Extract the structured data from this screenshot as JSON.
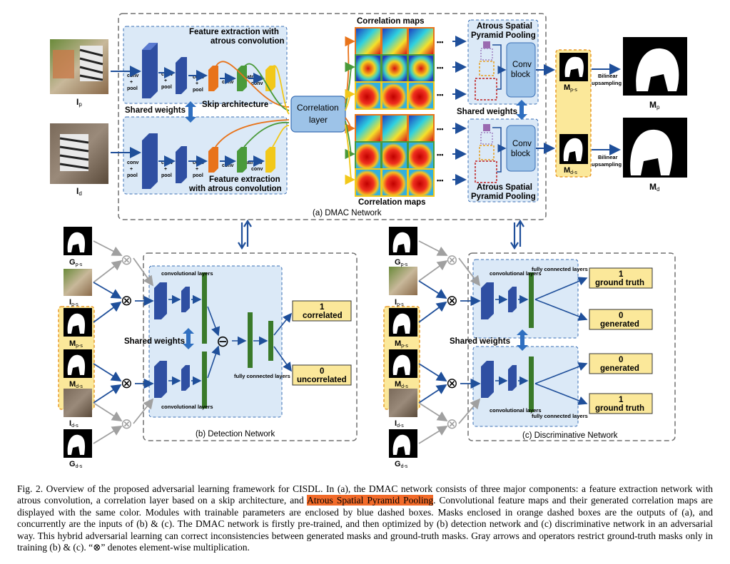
{
  "panel_a": {
    "title": "(a) DMAC Network",
    "feat_top_line1": "Feature extraction with",
    "feat_top_line2": "atrous convolution",
    "feat_bottom_line1": "Feature extraction",
    "feat_bottom_line2": "with atrous convolution",
    "shared_weights": "Shared weights",
    "skip_arch": "Skip architecture",
    "corr_line1": "Correlation",
    "corr_line2": "layer",
    "corr_maps_top": "Correlation maps",
    "corr_maps_bottom": "Correlation maps",
    "aspp_top_line1": "Atrous Spatial",
    "aspp_top_line2": "Pyramid Pooling",
    "aspp_bottom_line1": "Atrous Spatial",
    "aspp_bottom_line2": "Pyramid Pooling",
    "aspp_shared": "Shared weights",
    "conv_block_line1": "Conv",
    "conv_block_line2": "block",
    "bilinear_line1": "Bilinear",
    "bilinear_line2": "upsampling",
    "layer_conv": "conv",
    "layer_plus": "+",
    "layer_pool": "pool",
    "layer_atrous": "atrous",
    "ellipsis": "•••",
    "label_ip": "I",
    "label_ip_sub": "p",
    "label_id": "I",
    "label_id_sub": "d",
    "label_mps": "M",
    "label_mps_sub": "p-s",
    "label_mds": "M",
    "label_mds_sub": "d-s",
    "label_mp": "M",
    "label_mp_sub": "p",
    "label_md": "M",
    "label_md_sub": "d"
  },
  "panel_b": {
    "title": "(b) Detection Network",
    "conv_layers_top": "convolutional layers",
    "conv_layers_bottom": "convolutional layers",
    "shared_weights": "Shared weights",
    "fc_layers": "fully connected layers",
    "out_top_num": "1",
    "out_top_label": "correlated",
    "out_bottom_num": "0",
    "out_bottom_label": "uncorrelated"
  },
  "panel_c": {
    "title": "(c)  Discriminative Network",
    "conv_layers_top": "convolutional layers",
    "conv_layers_bottom": "convolutional layers",
    "fc_top": "fully connected layers",
    "fc_bottom": "fully connected layers",
    "shared_weights": "Shared weights",
    "out1_num": "1",
    "out1_label": "ground truth",
    "out2_num": "0",
    "out2_label": "generated",
    "out3_num": "0",
    "out3_label": "generated",
    "out4_num": "1",
    "out4_label": "ground truth"
  },
  "side_labels": {
    "gps": "G",
    "gps_sub": "p-s",
    "ips": "I",
    "ips_sub": "p-s",
    "mps": "M",
    "mps_sub": "p-s",
    "mds": "M",
    "mds_sub": "d-s",
    "ids": "I",
    "ids_sub": "d-s",
    "gds": "G",
    "gds_sub": "d-s"
  },
  "operator": "⊗",
  "minus": "⊖",
  "caption": {
    "part1": "Fig. 2.   Overview of the proposed adversarial learning framework for CISDL. In (a), the DMAC network consists of three major components: a feature extraction network with atrous convolution, a correlation layer based on a skip architecture, and ",
    "highlight": "Atrous Spatial Pyramid Pooling",
    "part2": ". Convolutional feature maps and their generated correlation maps are displayed with the same color. Modules with trainable parameters are enclosed by blue dashed boxes. Masks enclosed in orange dashed boxes are the outputs of (a), and concurrently are the inputs of (b) & (c). The DMAC network is firstly pre-trained, and then optimized by (b) detection network and (c) discriminative network in an adversarial way. This hybrid adversarial learning can correct inconsistencies between generated masks and ground-truth masks. Gray arrows and operators restrict ground-truth masks only in training (b) & (c). “⊗” denotes element-wise multiplication."
  },
  "colors": {
    "conv_blue": "#2f4fa2",
    "orange": "#e8731a",
    "green": "#4a9a3a",
    "yellow": "#f2c81a",
    "panel_fill": "#dbe9f7",
    "panel_stroke": "#3a6fb5",
    "yellow_box": "#fbe89a",
    "orange_dash": "#e89a2a",
    "arrow_blue": "#1f4f9a",
    "gray": "#a0a0a0",
    "fc_green": "#3a7a2a"
  }
}
